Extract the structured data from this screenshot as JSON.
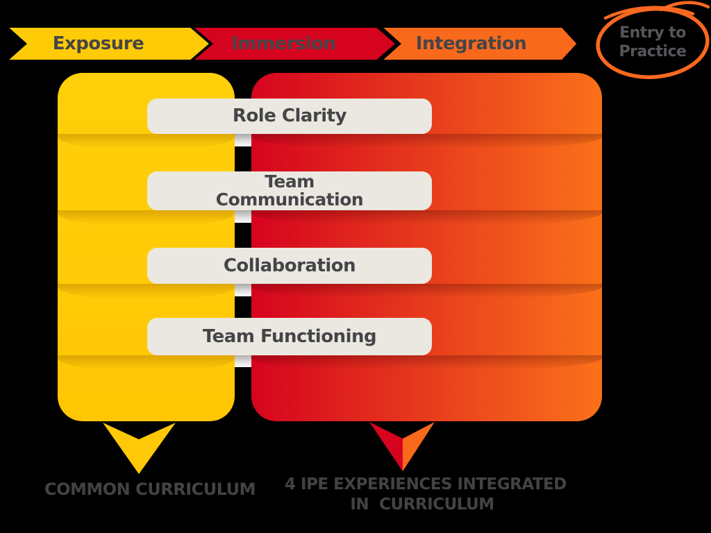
{
  "pipeline": {
    "stages": [
      {
        "label": "Exposure",
        "color": "#FFCB06"
      },
      {
        "label": "Immersion",
        "color": "#D6031F"
      },
      {
        "label": "Integration",
        "color": "#F9691C"
      }
    ],
    "terminal": {
      "lines": [
        "Entry to",
        "Practice"
      ],
      "circle_color": "#F9691F"
    }
  },
  "competencies": [
    {
      "lines": [
        "Role Clarity"
      ]
    },
    {
      "lines": [
        "Team",
        "Communication"
      ]
    },
    {
      "lines": [
        "Collaboration"
      ]
    },
    {
      "lines": [
        "Team Functioning"
      ]
    }
  ],
  "panels": {
    "common": {
      "color": "#FFCB06",
      "caption": "COMMON CURRICULUM"
    },
    "ipe": {
      "gradient_start": "#D6031F",
      "gradient_end": "#FB7119",
      "caption_lines": [
        "4 IPE EXPERIENCES INTEGRATED",
        "IN  CURRICULUM"
      ]
    }
  },
  "colors": {
    "background": "#000000",
    "pill_background": "#EAE8E0",
    "text_charcoal": "#454548"
  }
}
